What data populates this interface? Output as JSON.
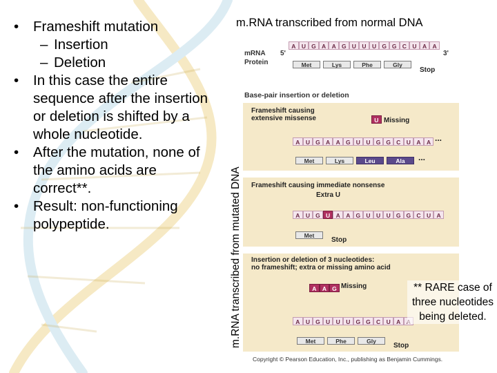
{
  "bullets": [
    {
      "level": 1,
      "text": "Frameshift mutation"
    },
    {
      "level": 2,
      "text": "Insertion"
    },
    {
      "level": 2,
      "text": "Deletion"
    },
    {
      "level": 1,
      "text": "In this case the entire sequence after the insertion or deletion is shifted by a whole nucleotide."
    },
    {
      "level": 1,
      "text": "After the mutation, none of the amino acids are correct**."
    },
    {
      "level": 1,
      "text": "Result: non-functioning polypeptide."
    }
  ],
  "vertical_label": "m.RNA transcribed from mutated DNA",
  "top_caption": "m.RNA transcribed from normal DNA",
  "figure": {
    "normal": {
      "mrna_label": "mRNA",
      "protein_label": "Protein",
      "five_prime": "5'",
      "three_prime": "3'",
      "sequence": [
        "A",
        "U",
        "G",
        "A",
        "A",
        "G",
        "U",
        "U",
        "U",
        "G",
        "G",
        "C",
        "U",
        "A",
        "A"
      ],
      "amino_acids": [
        "Met",
        "Lys",
        "Phe",
        "Gly"
      ],
      "stop": "Stop"
    },
    "section_title": "Base-pair insertion or deletion",
    "panel1": {
      "title_line1": "Frameshift causing",
      "title_line2": "extensive missense",
      "note_nt": "U",
      "note": "Missing",
      "sequence": [
        "A",
        "U",
        "G",
        "A",
        "A",
        "G",
        "U",
        "U",
        "G",
        "G",
        "C",
        "U",
        "A",
        "A"
      ],
      "amino_acids": [
        "Met",
        "Lys",
        "Leu",
        "Ala"
      ],
      "ellipsis": "..."
    },
    "panel2": {
      "title": "Frameshift causing immediate nonsense",
      "note": "Extra U",
      "sequence": [
        "A",
        "U",
        "G",
        "U",
        "A",
        "A",
        "G",
        "U",
        "U",
        "U",
        "G",
        "G",
        "C",
        "U",
        "A"
      ],
      "amino_acids": [
        "Met"
      ],
      "stop": "Stop"
    },
    "panel3": {
      "title_line1": "Insertion or deletion of 3 nucleotides:",
      "title_line2": "no frameshift; extra or missing amino acid",
      "missing_nts": [
        "A",
        "A",
        "G"
      ],
      "note": "Missing",
      "sequence": [
        "A",
        "U",
        "G",
        "U",
        "U",
        "U",
        "G",
        "G",
        "C",
        "U",
        "A",
        "A"
      ],
      "amino_acids": [
        "Met",
        "Phe",
        "Gly"
      ],
      "stop": "Stop"
    },
    "copyright": "Copyright © Pearson Education, Inc., publishing as Benjamin Cummings."
  },
  "rare_note": "** RARE case of three nucleotides being deleted.",
  "colors": {
    "panel": "#f5e9c9",
    "nucleotide": "#f5e6ee",
    "highlight": "#b03060",
    "amino_dark": "#5b4a8b"
  }
}
